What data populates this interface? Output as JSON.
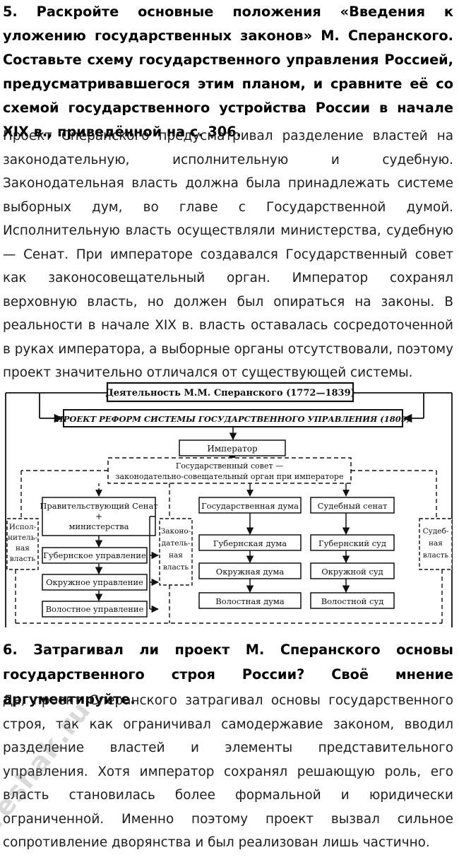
{
  "question5": "5. Раскройте основные положения «Введения к уложению государственных законов» М. Сперанского. Составьте схему государственного управления Россией, предусматривавшегося этим планом, и сравните её со схемой государственного устройства России в начале XIX в., приведённой на с. 306.",
  "answer5": "Проект Сперанского предусматривал разделение властей на законодательную, исполнительную и судебную. Законодательная власть должна была принадлежать системе выборных дум, во главе с Государственной думой. Исполнительную власть осуществляли министерства, судебную — Сенат. При императоре создавался Государственный совет как законосовещательный орган. Император сохранял верховную власть, но должен был опираться на законы. В реальности в начале XIX в. власть оставалась сосредоточенной в руках императора, а выборные органы отсутствовали, поэтому проект значительно отличался от существующей системы.",
  "scheme": {
    "title": "Деятельность М.М. Сперанского (1772—1839)",
    "project": "ПРОЕКТ РЕФОРМ СИСТЕМЫ ГОСУДАРСТВЕННОГО УПРАВЛЕНИЯ (1809)",
    "emperor": "Император",
    "council_line1": "Государственный совет —",
    "council_line2": "законодательно-совещательный орган при императоре",
    "executive_head_line1": "Правительствующий Сенат",
    "executive_head_line2": "+",
    "executive_head_line3": "министерства",
    "executive_levels": [
      "Губернское управление",
      "Окружное управление",
      "Волостное управление"
    ],
    "legislative_levels": [
      "Государственная дума",
      "Губернская дума",
      "Окружная дума",
      "Волостная дума"
    ],
    "judicial_levels": [
      "Судебный сенат",
      "Губернский суд",
      "Окружной суд",
      "Волостной суд"
    ],
    "side_exec": [
      "Испол-",
      "нитель-",
      "ная",
      "власть"
    ],
    "side_leg": [
      "Законо-",
      "датель-",
      "ная",
      "власть"
    ],
    "side_jud": [
      "Судеб-",
      "ная",
      "власть"
    ]
  },
  "question6_line1": "6. Затрагивал ли проект М. Сперанского основы",
  "question6_line2": "государственного строя России? Своё мнение аргументируйте.",
  "answer6": "Да, проект Сперанского затрагивал основы государственного строя, так как ограничивал самодержавие законом, вводил разделение властей и элементы представительного управления. Хотя император сохранял решающую роль, его власть становилась более формальной и юридически ограниченной. Именно поэтому проект вызвал сильное сопротивление дворянства и был реализован лишь частично.",
  "watermark": "reshak.ru"
}
